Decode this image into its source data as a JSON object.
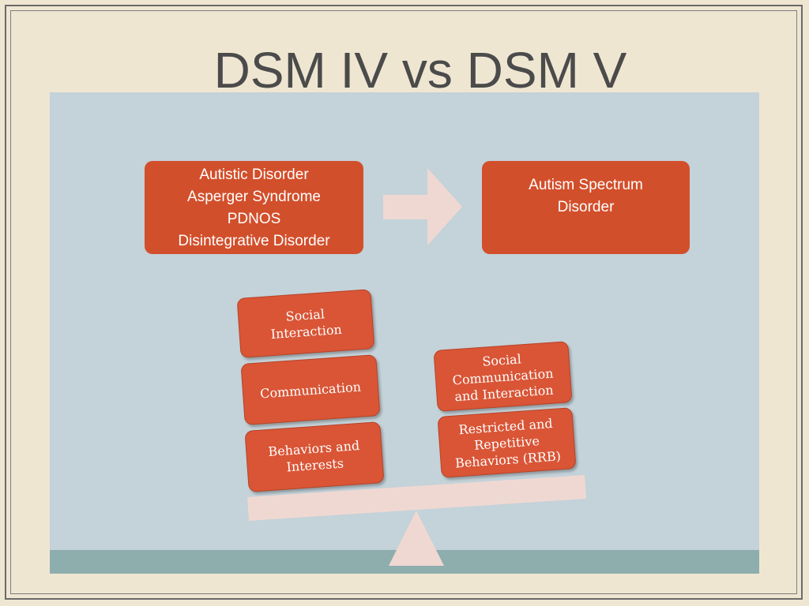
{
  "title": "DSM IV vs DSM V",
  "dsm4_box": {
    "lines": [
      "Autistic Disorder",
      "Asperger Syndrome",
      "PDNOS",
      "Disintegrative Disorder"
    ]
  },
  "dsm5_box": {
    "lines": [
      "Autism Spectrum",
      "Disorder"
    ]
  },
  "dsm4_blocks": [
    "Social\nInteraction",
    "Communication",
    "Behaviors and\nInterests"
  ],
  "dsm5_blocks": [
    "Social\nCommunication\nand Interaction",
    "Restricted and\nRepetitive\nBehaviors (RRB)"
  ],
  "colors": {
    "background": "#efe6d2",
    "panel": "#c4d2d9",
    "band": "#8daead",
    "box": "#d24f2b",
    "block": "#d95536",
    "arrow_and_scale": "#f0d8d2"
  }
}
